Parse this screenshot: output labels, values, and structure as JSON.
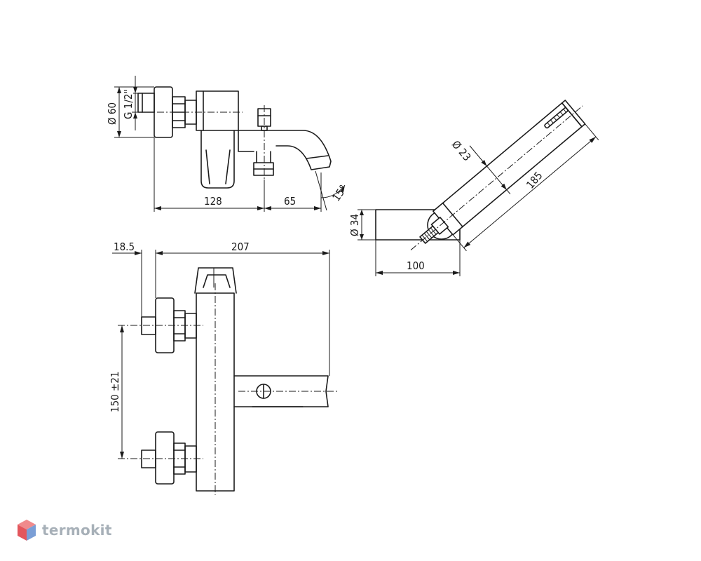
{
  "dimensions": {
    "pipe_diameter": "Ø 60",
    "thread": "G 1/2\"",
    "length_128": "128",
    "length_65": "65",
    "angle": "15°",
    "handle_diameter": "Ø 23",
    "handle_length": "185",
    "holder_diameter": "Ø 34",
    "holder_depth": "100",
    "offset": "18.5",
    "overall_width": "207",
    "inlet_spacing": "150 ±21"
  },
  "brand": {
    "name": "termokit",
    "colors": {
      "top": "#f08a8c",
      "left": "#e3565c",
      "right": "#7a9ed6"
    }
  }
}
